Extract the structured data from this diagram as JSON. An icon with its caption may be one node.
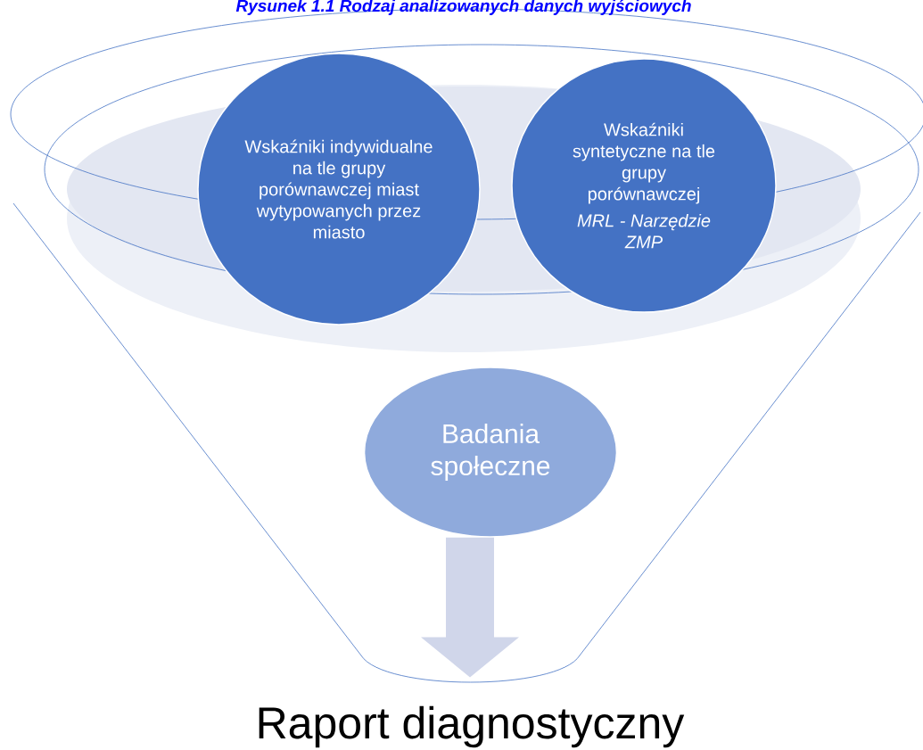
{
  "diagram": {
    "title": "Rysunek 1.1 Rodzaj analizowanych danych wyjściowych",
    "nodes": [
      {
        "text": [
          "Wskaźniki indywidualne na tle grupy porównawczej miast wytypowanych przez miasto"
        ]
      },
      {
        "text": [
          "Wskaźniki syntetyczne na tle grupy porównawczej",
          "MRL - Narzędzie ZMP"
        ]
      },
      {
        "text": [
          "Badania społeczne"
        ]
      },
      {
        "text": [
          "Raport diagnostyczny"
        ]
      }
    ],
    "edges": [
      {
        "from": 2,
        "to": 3,
        "arrow": "to"
      }
    ]
  }
}
